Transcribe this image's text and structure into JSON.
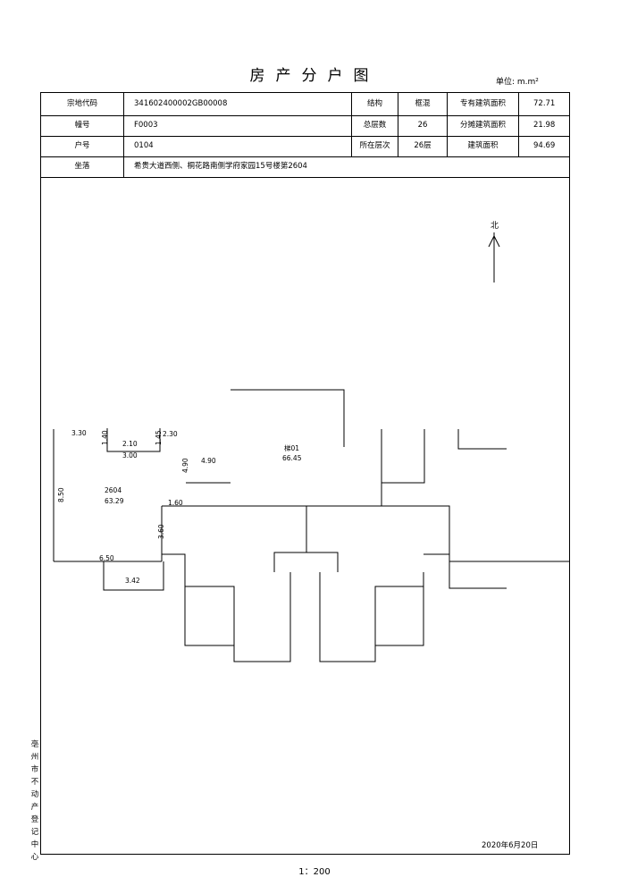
{
  "header": {
    "title": "房产分户图",
    "unit": "单位: m.m²"
  },
  "info": {
    "parcel_code_label": "宗地代码",
    "parcel_code": "341602400002GB00008",
    "structure_label": "结构",
    "structure": "框混",
    "exclusive_area_label": "专有建筑面积",
    "exclusive_area": "72.71",
    "building_no_label": "幢号",
    "building_no": "F0003",
    "total_floors_label": "总层数",
    "total_floors": "26",
    "shared_area_label": "分摊建筑面积",
    "shared_area": "21.98",
    "unit_no_label": "户号",
    "unit_no": "0104",
    "floor_label": "所在层次",
    "floor": "26层",
    "building_area_label": "建筑面积",
    "building_area": "94.69",
    "location_label": "坐落",
    "location": "希贵大道西侧、桐花路南侧学府家园15号楼第2604"
  },
  "plan": {
    "north_label": "北",
    "unit_label": "2604",
    "unit_area": "63.29",
    "stair_label": "梯01",
    "stair_area": "66.45",
    "dims": {
      "d1": "3.30",
      "d2": "1.40",
      "d3": "2.10",
      "d4": "1.45",
      "d5": "2.30",
      "d6": "3.00",
      "d7": "4.90",
      "d8": "4.90",
      "d9": "8.50",
      "d10": "1.60",
      "d11": "3.60",
      "d12": "6.50",
      "d13": "3.42"
    }
  },
  "footer": {
    "vertical_text": "亳州市不动产登记中心",
    "date": "2020年6月20日",
    "scale": "1：200"
  }
}
